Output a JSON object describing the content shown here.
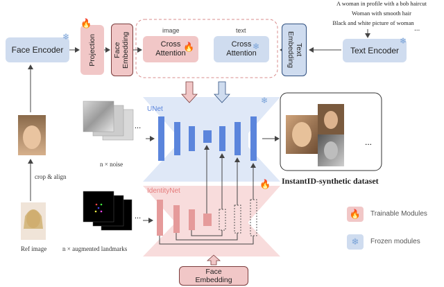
{
  "prompts": [
    "A woman in profile with a bob haircut",
    "Woman with smooth hair",
    "Black and white picture of woman"
  ],
  "prompts_ellipsis": "...",
  "face_encoder": "Face Encoder",
  "projection": "Projection",
  "face_embedding_top": "Face Embedding",
  "cross_image_label": "image",
  "cross_image": "Cross Attention",
  "cross_text_label": "text",
  "cross_text": "Cross Attention",
  "text_embedding": "Text Embedding",
  "text_encoder": "Text Encoder",
  "unet_label": "UNet",
  "identitynet_label": "IdentityNet",
  "noise_caption": "n × noise",
  "landmarks_caption": "n × augmented landmarks",
  "crop_align": "crop & align",
  "ref_image": "Ref image",
  "dataset_caption": "InstantID-synthetic dataset",
  "dataset_ellipsis": "...",
  "stack_ellipsis": "...",
  "face_embedding_bottom": "Face Embedding",
  "legend": [
    {
      "label": "Trainable Modules",
      "icon": "flame-icon",
      "color": "#f1c7c7"
    },
    {
      "label": "Frozen modules",
      "icon": "snowflake-icon",
      "color": "#cfdcef"
    }
  ],
  "colors": {
    "unet": "#5b85dc",
    "identitynet": "#e59a9a",
    "frozen": "#cfdcef",
    "trainable": "#f1c7c7"
  }
}
